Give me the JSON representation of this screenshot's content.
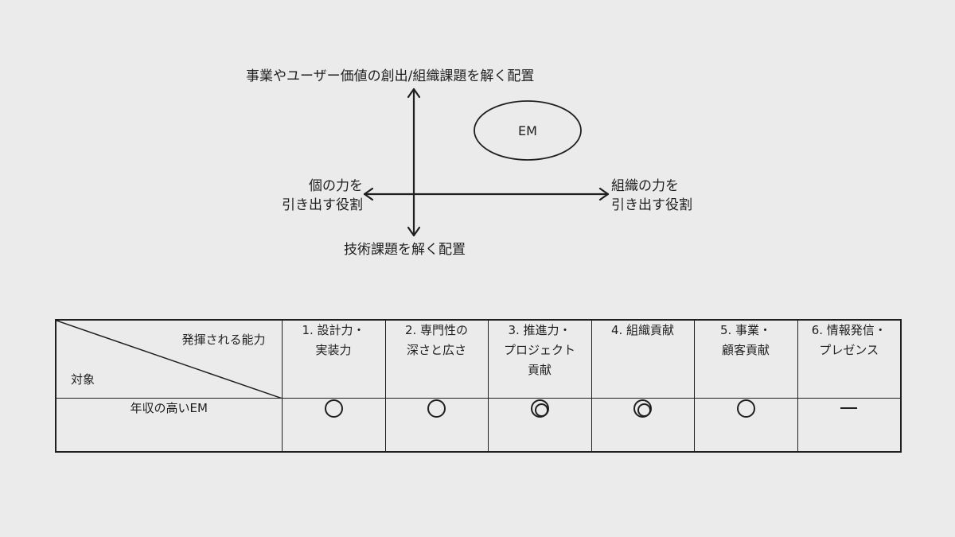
{
  "diagram": {
    "top_label": "事業やユーザー価値の創出/組織課題を解く配置",
    "bottom_label": "技術課題を解く配置",
    "left_label_line1": "個の力を",
    "left_label_line2": "引き出す役割",
    "right_label_line1": "組織の力を",
    "right_label_line2": "引き出す役割",
    "ellipse_label": "EM"
  },
  "table": {
    "corner_top": "発揮される能力",
    "corner_bottom": "対象",
    "columns": [
      {
        "line1": "1. 設計力・",
        "line2": "実装力",
        "line3": ""
      },
      {
        "line1": "2. 専門性の",
        "line2": "深さと広さ",
        "line3": ""
      },
      {
        "line1": "3. 推進力・",
        "line2": "プロジェクト",
        "line3": "貢献"
      },
      {
        "line1": "4. 組織貢献",
        "line2": "",
        "line3": ""
      },
      {
        "line1": "5. 事業・",
        "line2": "顧客貢献",
        "line3": ""
      },
      {
        "line1": "6. 情報発信・",
        "line2": "プレゼンス",
        "line3": ""
      }
    ],
    "rows": [
      {
        "label": "年収の高いEM",
        "marks": [
          "circle",
          "circle",
          "double-circle",
          "double-circle",
          "circle",
          "dash"
        ]
      }
    ]
  }
}
